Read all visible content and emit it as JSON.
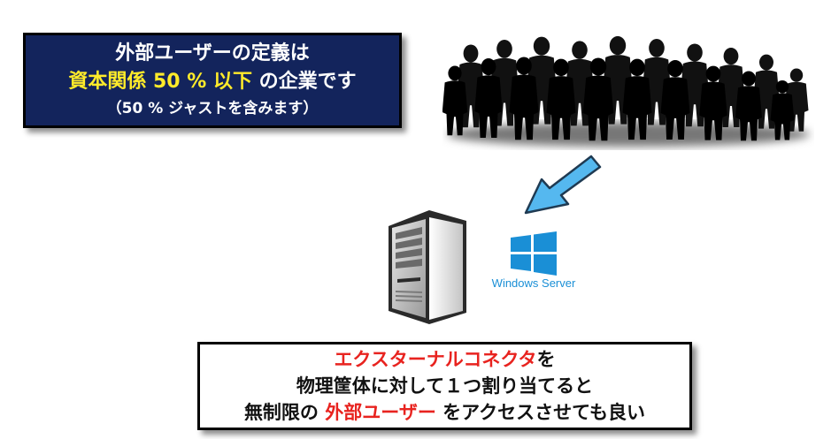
{
  "definition": {
    "line1": "外部ユーザーの定義は",
    "line2_highlight": "資本関係 50 % 以下",
    "line2_rest": " の企業です",
    "line3": "（50 % ジャストを含みます）"
  },
  "server": {
    "os_label": "Windows Server"
  },
  "note": {
    "line1_highlight": "エクスターナルコネクタ",
    "line1_rest": "を",
    "line2": "物理筐体に対して１つ割り当てると",
    "line3_pre": "無制限の ",
    "line3_highlight": "外部ユーザー",
    "line3_rest": " をアクセスさせても良い"
  },
  "colors": {
    "navy": "#13245c",
    "yellow": "#ffeb2a",
    "red": "#e8231f",
    "arrow": "#55b8ef",
    "windows_blue": "#1a8fd6"
  },
  "icons": [
    "crowd-silhouette-icon",
    "arrow-down-left-icon",
    "server-tower-icon",
    "windows-logo-icon"
  ]
}
